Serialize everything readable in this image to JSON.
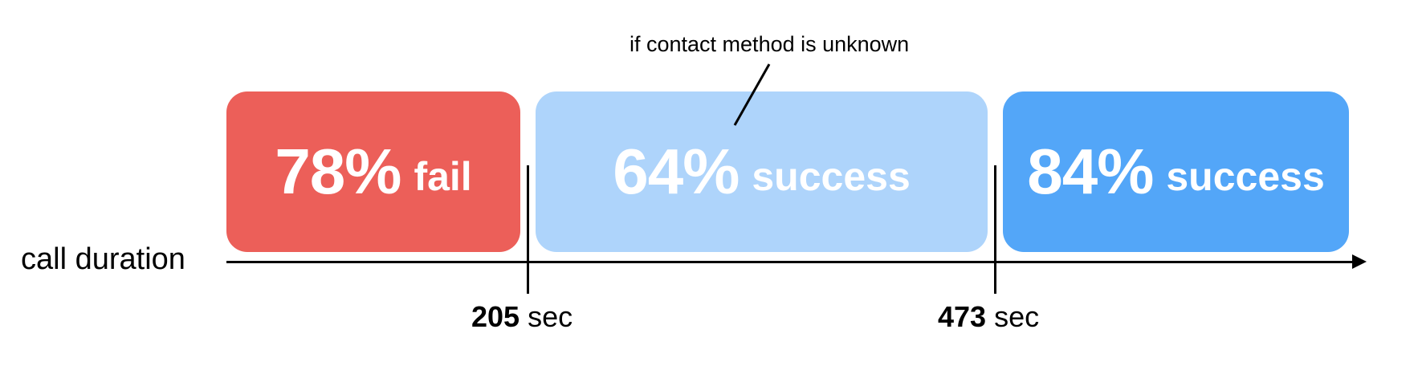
{
  "axis": {
    "title": "call duration"
  },
  "segments": [
    {
      "percent": "78%",
      "word": "fail",
      "color": "#EC5F59"
    },
    {
      "percent": "64%",
      "word": "success",
      "color": "#AED4FB"
    },
    {
      "percent": "84%",
      "word": "success",
      "color": "#53A6F8"
    }
  ],
  "thresholds": [
    {
      "value": "205",
      "unit": "sec"
    },
    {
      "value": "473",
      "unit": "sec"
    }
  ],
  "annotation": {
    "text": "if contact method is unknown"
  },
  "colors": {
    "axis": "#000000",
    "box_text": "#FFFFFF"
  }
}
